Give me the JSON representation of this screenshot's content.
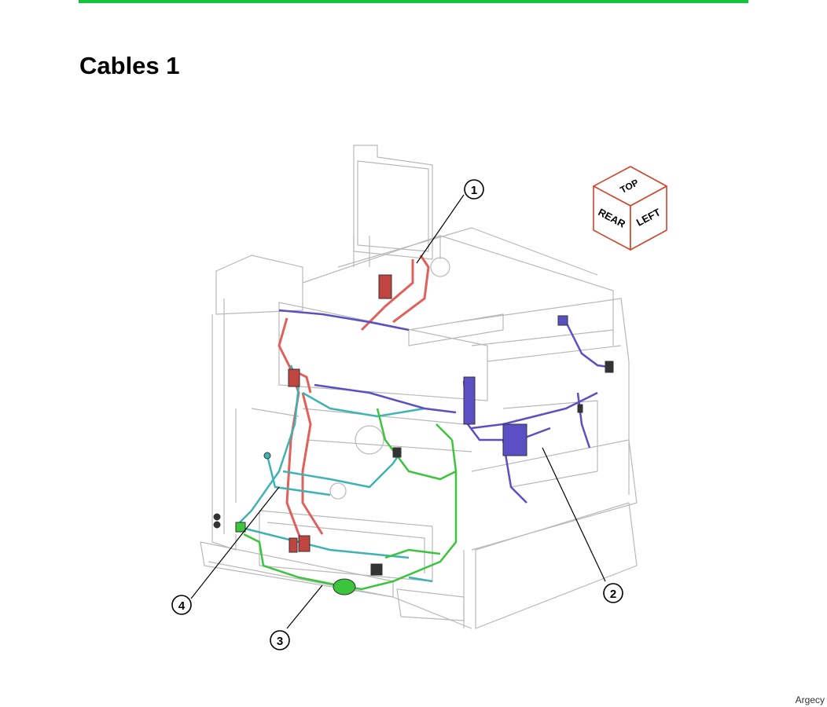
{
  "page": {
    "title": "Cables 1"
  },
  "orientation_cube": {
    "top": "TOP",
    "rear": "REAR",
    "left": "LEFT"
  },
  "callouts": [
    "1",
    "2",
    "3",
    "4"
  ],
  "cable_colors": {
    "callout_1": "#e0605a",
    "callout_2": "#5b4fc4",
    "callout_3": "#3cc43c",
    "callout_4": "#3fb3b3"
  },
  "brand": {
    "accent": "#14c43c"
  },
  "watermark": "Argecy"
}
